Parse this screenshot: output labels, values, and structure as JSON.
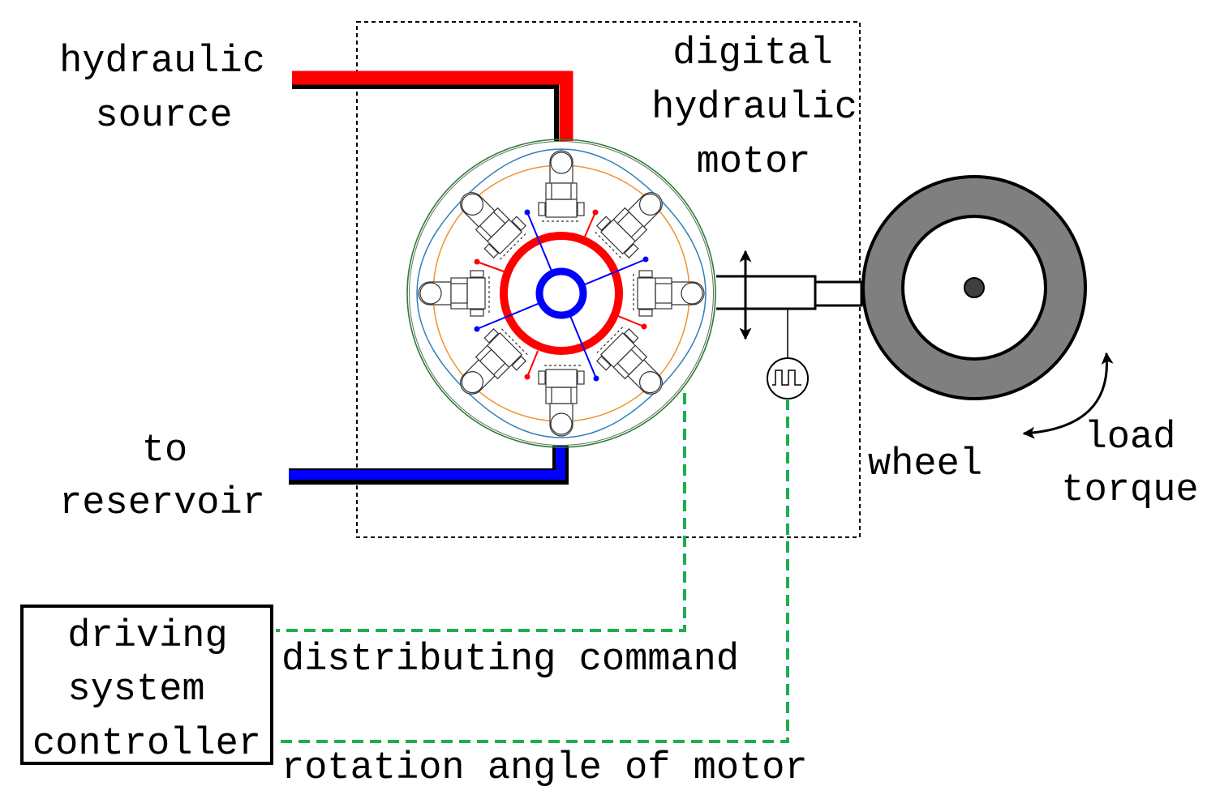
{
  "diagram": {
    "source_label": {
      "line1": "hydraulic",
      "line2": "source"
    },
    "reservoir_label": {
      "line1": "to",
      "line2": "reservoir"
    },
    "motor_label": {
      "line1": "digital",
      "line2": "hydraulic",
      "line3": "motor"
    },
    "wheel_label": "wheel",
    "load_label": {
      "line1": "load",
      "line2": "torque"
    },
    "controller_label": {
      "line1": "driving",
      "line2": "system",
      "line3": "controller"
    },
    "command_signal_label": "distributing command",
    "angle_signal_label": "rotation angle of motor"
  },
  "colors": {
    "high_pressure": "#ff0000",
    "low_pressure": "#0000ff",
    "signal_line": "#1fae4f",
    "cam_ring": "#2f7fb8",
    "guide_circle": "#f0912f",
    "housing": "#2e7d32",
    "wheel_tire": "#7f7f7f",
    "wheel_hub": "#404040"
  },
  "icons": {
    "sensor": "square-wave-encoder-icon",
    "shaft_motion": "vertical-double-arrow-icon",
    "load_torque": "curved-double-arrow-icon"
  }
}
